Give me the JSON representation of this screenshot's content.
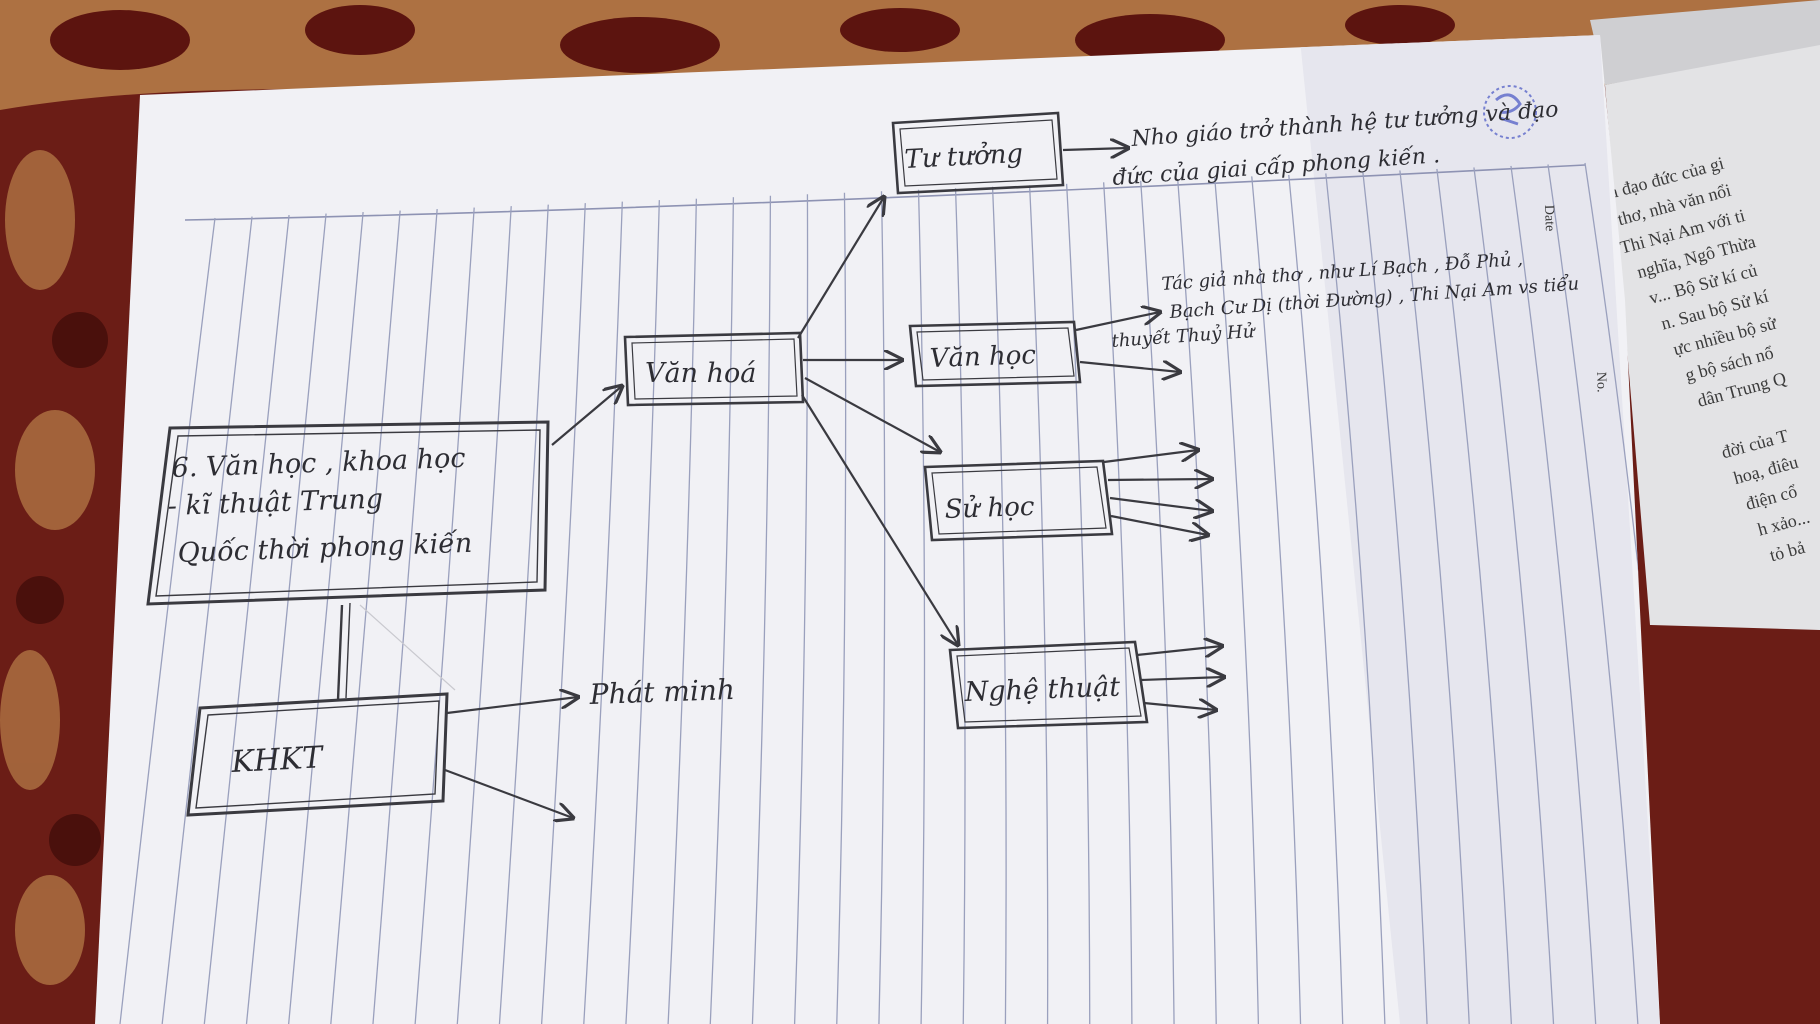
{
  "colors": {
    "fabric": "#6b1d16",
    "fabric_pattern": "#c0864a",
    "paper": "#f1f1f5",
    "rule_line": "#9aa0bd",
    "pencil": "#3a3a40",
    "stamp": "#5b67c9"
  },
  "diagram": {
    "root": {
      "line1": "6. Văn học , khoa học",
      "line2": "- kĩ thuật  Trung",
      "line3": "Quốc  thời  phong kiến"
    },
    "culture": "Văn hoá",
    "thought": {
      "label": "Tư tưởng",
      "note_line1": "Nho giáo trở thành hệ tư tưởng và đạo",
      "note_line2": "đức của giai cấp phong kiến ."
    },
    "literature": {
      "label": "Văn học",
      "note_line1": "Tác giả nhà thơ , như Lí Bạch , Đỗ Phủ ,",
      "note_line2": "Bạch Cư Dị (thời Đường) , Thi Nại Am vs tiểu",
      "note_line3": "thuyết Thuỷ Hử"
    },
    "history": "Sử học",
    "art": "Nghệ thuật",
    "science": "KHKT",
    "invention": "Phát minh"
  },
  "book_page": {
    "lines": [
      "và đạo đức của gi",
      "thơ, nhà văn nổi",
      "Thi Nại Am với ti",
      "nghĩa, Ngô Thừa",
      "v... Bộ Sử kí củ",
      "n. Sau bộ Sử kí",
      "ực nhiều bộ sử",
      "g bộ sách nổ",
      "dân Trung Q",
      "",
      "đời của T",
      "hoạ, điêu",
      "điện cổ",
      "h xảo...",
      "tỏ bả"
    ]
  },
  "paper_marks": {
    "date_label": "Date",
    "no_label": "No."
  }
}
